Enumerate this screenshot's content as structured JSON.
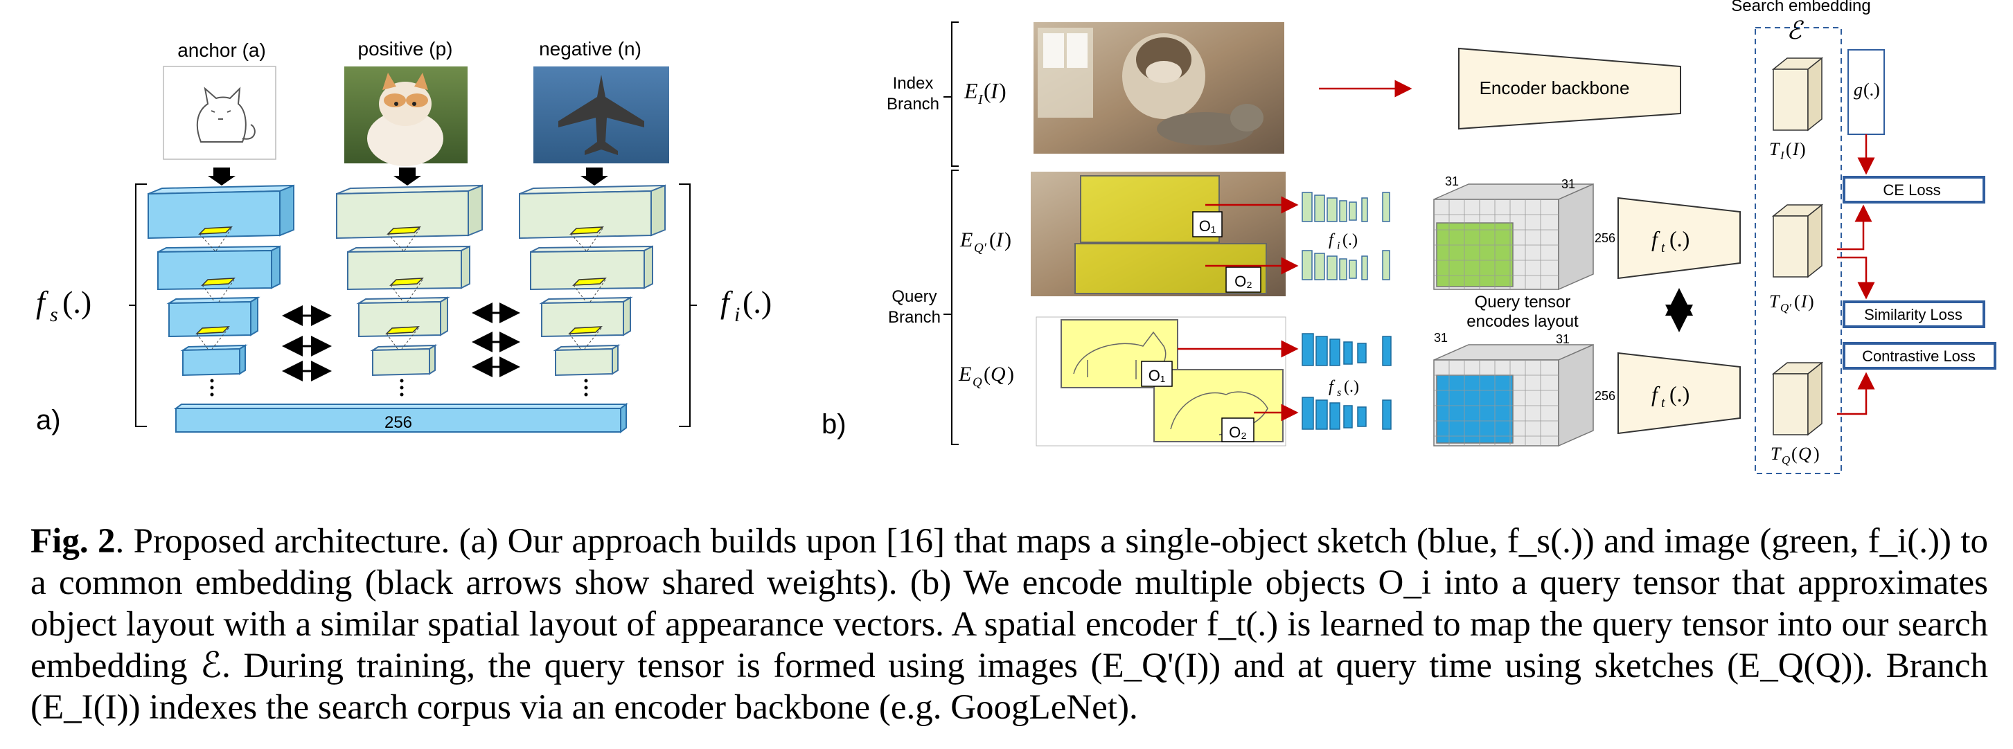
{
  "panel_a": {
    "label": "a)",
    "headers": {
      "anchor": "anchor (a)",
      "positive": "positive (p)",
      "negative": "negative (n)"
    },
    "fs_label": "f_s(.)",
    "fi_label": "f_i(.)",
    "bar_label": "256",
    "colors": {
      "sketch": "#8fd3f4",
      "image": "#e2efd9",
      "highlight": "#ffff00",
      "bar": "#8fd3f4"
    }
  },
  "panel_b": {
    "label": "b)",
    "index_branch": "Index Branch",
    "query_branch": "Query Branch",
    "ei_label": "E_I(I)",
    "eq_prime_label": "E_Q'(I)",
    "eq_label": "E_Q(Q)",
    "encoder_label": "Encoder backbone",
    "search_embedding": "Search embedding",
    "script_e": "ℰ",
    "g_label": "g(.)",
    "ti_label": "T_I(I)",
    "tq_prime_label": "T_Q'(I)",
    "tq_label": "T_Q(Q)",
    "ft_label": "f_t(.)",
    "fi_small": "f_i(.)",
    "fs_small": "f_s(.)",
    "o1": "O₁",
    "o2": "O₂",
    "dim31": "31",
    "dim256": "256",
    "query_tensor_label": "Query tensor encodes layout",
    "ce_loss": "CE Loss",
    "similarity_loss": "Similarity Loss",
    "contrastive_loss": "Contrastive Loss",
    "colors": {
      "encoder": "#fdf5e1",
      "loss_border": "#2f5d9e",
      "arrow": "#c00000",
      "green": "#9bd15a",
      "blue": "#2aa1dc"
    }
  },
  "caption": {
    "fig": "Fig. 2",
    "text": ". Proposed architecture. (a) Our approach builds upon [16] that maps a single-object sketch (blue, f_s(.)) and image (green, f_i(.)) to a common embedding (black arrows show shared weights). (b) We encode multiple objects O_i into a query tensor that approximates object layout with a similar spatial layout of appearance vectors. A spatial encoder f_t(.) is learned to map the query tensor into our search embedding ℰ. During training, the query tensor is formed using images (E_Q'(I)) and at query time using sketches (E_Q(Q)). Branch (E_I(I)) indexes the search corpus via an encoder backbone (e.g. GoogLeNet)."
  }
}
